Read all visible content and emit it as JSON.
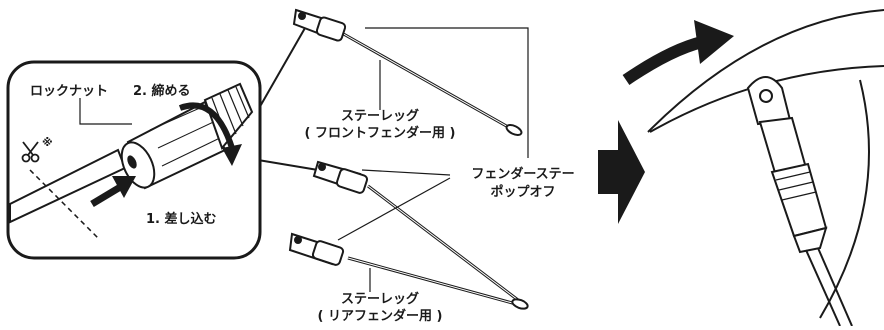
{
  "labels": {
    "locknut": "ロックナット",
    "tighten": "2. 締める",
    "insert": "1. 差し込む",
    "scissors_mark": "※",
    "front_leg_line1": "ステーレッグ",
    "front_leg_line2": "( フロントフェンダー用 )",
    "popoff_line1": "フェンダーステー",
    "popoff_line2": "ポップオフ",
    "rear_leg_line1": "ステーレッグ",
    "rear_leg_line2": "( リアフェンダー用 )"
  },
  "icons": {
    "cut": "scissors-icon",
    "step": "next-step-arrow-icon"
  },
  "colors": {
    "ink": "#1a1a1a",
    "paper": "#ffffff"
  }
}
